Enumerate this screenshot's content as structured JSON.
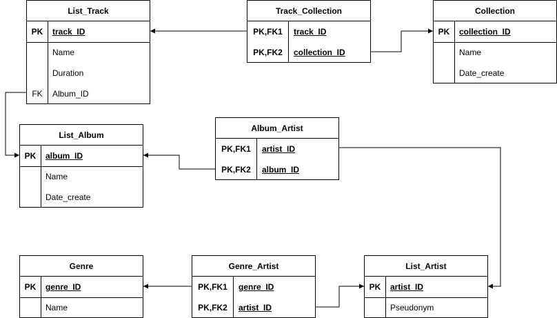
{
  "entities": {
    "list_track": {
      "title": "List_Track",
      "pk": {
        "key": "PK",
        "field": "track_ID"
      },
      "rows": [
        {
          "key": "",
          "field": "Name"
        },
        {
          "key": "",
          "field": "Duration"
        },
        {
          "key": "FK",
          "field": "Album_ID"
        }
      ]
    },
    "track_collection": {
      "title": "Track_Collection",
      "keys": [
        {
          "key": "PK,FK1",
          "field": "track_ID"
        },
        {
          "key": "PK,FK2",
          "field": "collection_ID"
        }
      ]
    },
    "collection": {
      "title": "Collection",
      "pk": {
        "key": "PK",
        "field": "collection_ID"
      },
      "rows": [
        {
          "key": "",
          "field": "Name"
        },
        {
          "key": "",
          "field": "Date_create"
        }
      ]
    },
    "list_album": {
      "title": "List_Album",
      "pk": {
        "key": "PK",
        "field": "album_ID"
      },
      "rows": [
        {
          "key": "",
          "field": "Name"
        },
        {
          "key": "",
          "field": "Date_create"
        }
      ]
    },
    "album_artist": {
      "title": "Album_Artist",
      "keys": [
        {
          "key": "PK,FK1",
          "field": "artist_ID"
        },
        {
          "key": "PK,FK2",
          "field": "album_ID"
        }
      ]
    },
    "genre": {
      "title": "Genre",
      "pk": {
        "key": "PK",
        "field": "genre_ID"
      },
      "rows": [
        {
          "key": "",
          "field": "Name"
        }
      ]
    },
    "genre_artist": {
      "title": "Genre_Artist",
      "keys": [
        {
          "key": "PK,FK1",
          "field": "genre_ID"
        },
        {
          "key": "PK,FK2",
          "field": "artist_ID"
        }
      ]
    },
    "list_artist": {
      "title": "List_Artist",
      "pk": {
        "key": "PK",
        "field": "artist_ID"
      },
      "rows": [
        {
          "key": "",
          "field": "Pseudonym"
        }
      ]
    }
  },
  "relationships": [
    {
      "from": "Track_Collection.track_ID",
      "to": "List_Track.track_ID"
    },
    {
      "from": "Track_Collection.collection_ID",
      "to": "Collection.collection_ID"
    },
    {
      "from": "List_Track.Album_ID",
      "to": "List_Album.album_ID"
    },
    {
      "from": "Album_Artist.album_ID",
      "to": "List_Album.album_ID"
    },
    {
      "from": "Album_Artist.artist_ID",
      "to": "List_Artist.artist_ID"
    },
    {
      "from": "Genre_Artist.genre_ID",
      "to": "Genre.genre_ID"
    },
    {
      "from": "Genre_Artist.artist_ID",
      "to": "List_Artist.artist_ID"
    }
  ]
}
